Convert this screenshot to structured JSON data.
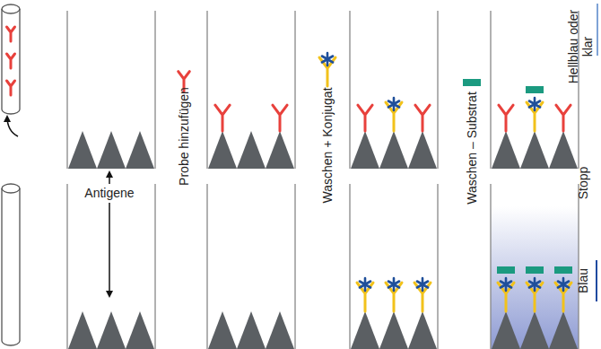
{
  "diagram": {
    "labels": [
      "Antigene",
      "Probe hinzufügen",
      "Waschen + Konjugat",
      "Waschen – Substrat",
      "Hellblau oder klar",
      "Stopp",
      "Blau"
    ]
  }
}
